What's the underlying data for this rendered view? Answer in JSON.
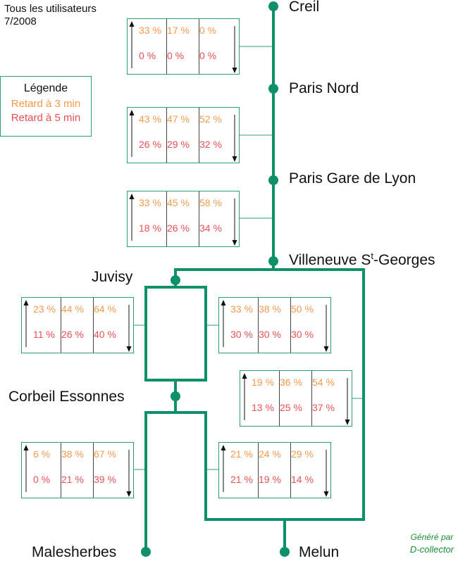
{
  "header": {
    "line1": "Tous les utilisateurs",
    "line2": "7/2008"
  },
  "legend": {
    "title": "Légende",
    "item_3min": "Retard à 3 min",
    "item_5min": "Retard à 5 min"
  },
  "credit": {
    "line1": "Généré par",
    "line2": "D-collector"
  },
  "colors": {
    "line": "#0f9068",
    "border": "#2aa079",
    "delay3": "#f39a4c",
    "delay5": "#ec5055"
  },
  "stations": {
    "creil": "Creil",
    "paris_nord": "Paris Nord",
    "paris_gare_de_lyon": "Paris Gare de Lyon",
    "villeneuve_base": "Villeneuve S",
    "villeneuve_sup": "t",
    "villeneuve_rest": "-Georges",
    "juvisy": "Juvisy",
    "corbeil": "Corbeil Essonnes",
    "malesherbes": "Malesherbes",
    "melun": "Melun"
  },
  "boxes": {
    "creil_paris_nord": {
      "r3": [
        "33 %",
        "17 %",
        "0 %"
      ],
      "r5": [
        "0 %",
        "0 %",
        "0 %"
      ]
    },
    "paris_nord_gdl": {
      "r3": [
        "43 %",
        "47 %",
        "52 %"
      ],
      "r5": [
        "26 %",
        "29 %",
        "32 %"
      ]
    },
    "gdl_villeneuve": {
      "r3": [
        "33 %",
        "45 %",
        "58 %"
      ],
      "r5": [
        "18 %",
        "26 %",
        "34 %"
      ]
    },
    "juvisy_corbeil_w": {
      "r3": [
        "23 %",
        "44 %",
        "64 %"
      ],
      "r5": [
        "11 %",
        "26 %",
        "40 %"
      ]
    },
    "juvisy_corbeil_e": {
      "r3": [
        "33 %",
        "38 %",
        "50 %"
      ],
      "r5": [
        "30 %",
        "30 %",
        "30 %"
      ]
    },
    "villeneuve_melun": {
      "r3": [
        "19 %",
        "36 %",
        "54 %"
      ],
      "r5": [
        "13 %",
        "25 %",
        "37 %"
      ]
    },
    "corbeil_malesherbes": {
      "r3": [
        "6 %",
        "38 %",
        "67 %"
      ],
      "r5": [
        "0 %",
        "21 %",
        "39 %"
      ]
    },
    "corbeil_melun": {
      "r3": [
        "21 %",
        "24 %",
        "29 %"
      ],
      "r5": [
        "21 %",
        "19 %",
        "14 %"
      ]
    }
  }
}
